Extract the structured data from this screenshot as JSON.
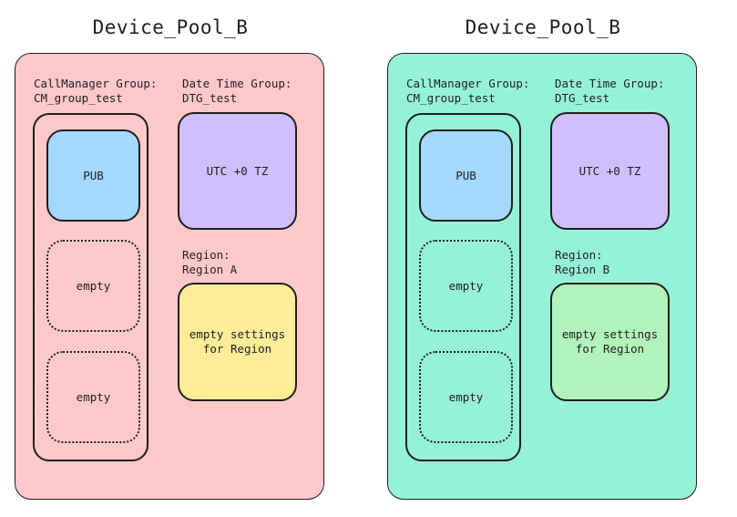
{
  "pools": [
    {
      "title": "Device_Pool_B",
      "colors": {
        "background": "#ffc9c9",
        "pub": "#a5d8ff",
        "dtg": "#d0bfff",
        "region": "#ffec99"
      },
      "callmanager_group": {
        "label": "CallManager Group:\nCM_group_test",
        "nodes": [
          "PUB",
          "empty",
          "empty"
        ]
      },
      "date_time_group": {
        "label": "Date Time Group:\nDTG_test",
        "value": "UTC +0 TZ"
      },
      "region": {
        "label": "Region:\nRegion A",
        "value": "empty settings\nfor Region"
      }
    },
    {
      "title": "Device_Pool_B",
      "colors": {
        "background": "#96f2d7",
        "pub": "#a5d8ff",
        "dtg": "#d0bfff",
        "region": "#b2f2bb"
      },
      "callmanager_group": {
        "label": "CallManager Group:\nCM_group_test",
        "nodes": [
          "PUB",
          "empty",
          "empty"
        ]
      },
      "date_time_group": {
        "label": "Date Time Group:\nDTG_test",
        "value": "UTC +0 TZ"
      },
      "region": {
        "label": "Region:\nRegion B",
        "value": "empty settings\nfor Region"
      }
    }
  ]
}
